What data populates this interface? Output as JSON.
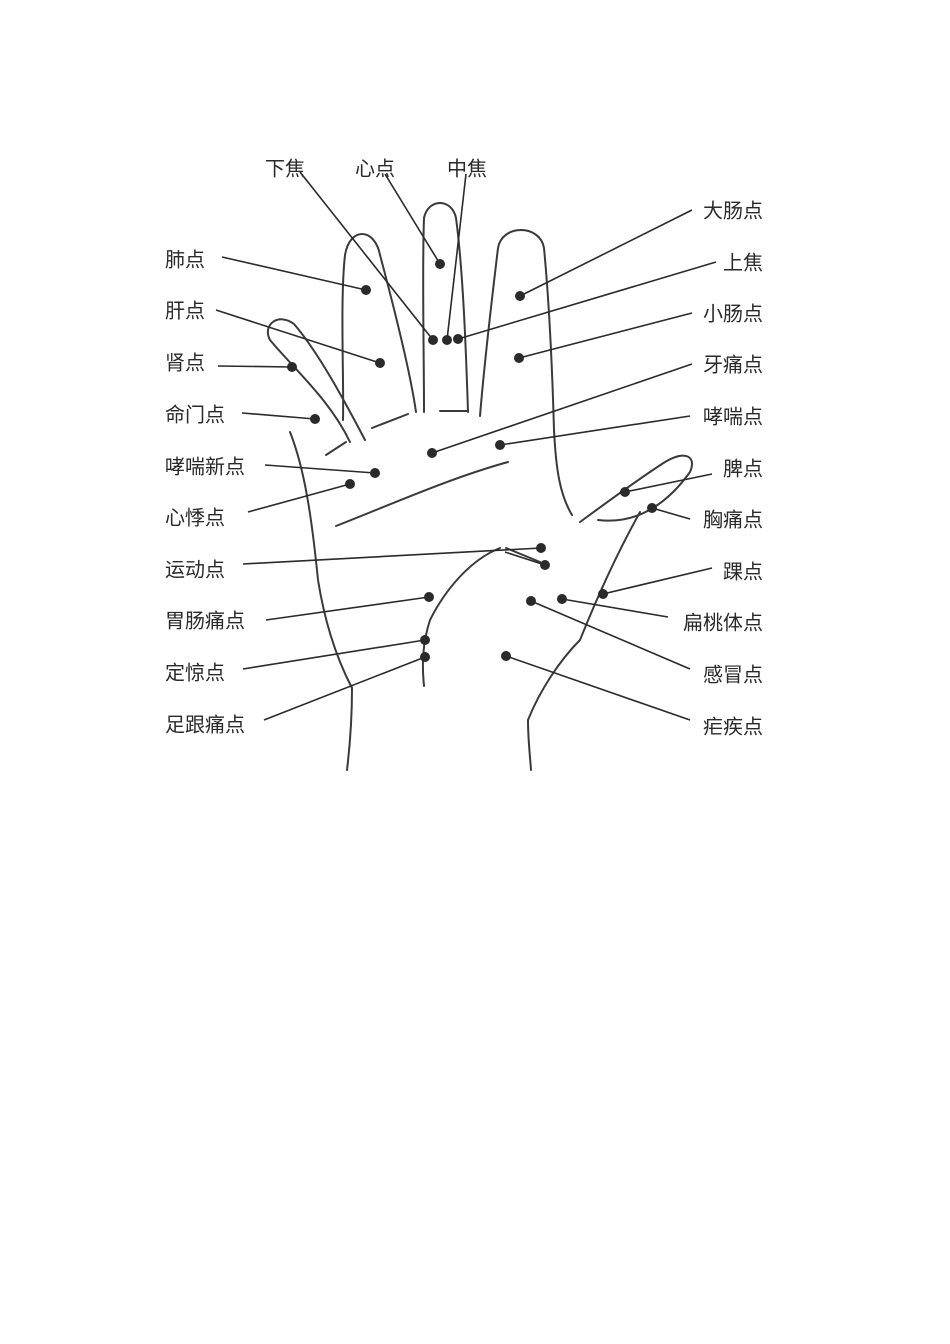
{
  "points": [
    {
      "id": "xiajiao",
      "label": "下焦"
    },
    {
      "id": "xindian",
      "label": "心点"
    },
    {
      "id": "zhongjiao",
      "label": "中焦"
    },
    {
      "id": "dachang",
      "label": "大肠点"
    },
    {
      "id": "fei",
      "label": "肺点"
    },
    {
      "id": "shangjiao",
      "label": "上焦"
    },
    {
      "id": "gan",
      "label": "肝点"
    },
    {
      "id": "xiaochang",
      "label": "小肠点"
    },
    {
      "id": "shen",
      "label": "肾点"
    },
    {
      "id": "yatong",
      "label": "牙痛点"
    },
    {
      "id": "mingmen",
      "label": "命门点"
    },
    {
      "id": "xiaochuan",
      "label": "哮喘点"
    },
    {
      "id": "xiaochuanxin",
      "label": "哮喘新点"
    },
    {
      "id": "pi",
      "label": "脾点"
    },
    {
      "id": "xinji",
      "label": "心悸点"
    },
    {
      "id": "xiongtong",
      "label": "胸痛点"
    },
    {
      "id": "yundong",
      "label": "运动点"
    },
    {
      "id": "huai",
      "label": "踝点"
    },
    {
      "id": "weichang",
      "label": "胃肠痛点"
    },
    {
      "id": "biantaoti",
      "label": "扁桃体点"
    },
    {
      "id": "dingjing",
      "label": "定惊点"
    },
    {
      "id": "ganmao",
      "label": "感冒点"
    },
    {
      "id": "zugen",
      "label": "足跟痛点"
    },
    {
      "id": "nueji",
      "label": "疟疾点"
    }
  ]
}
